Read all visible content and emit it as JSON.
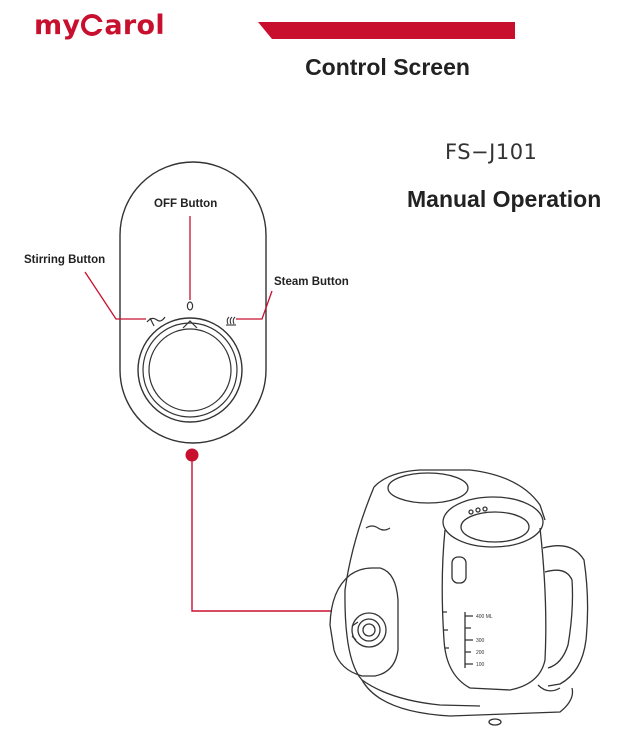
{
  "brand": {
    "logo_text_left": "my",
    "logo_text_right": "arol",
    "accent_color": "#c8102e"
  },
  "header": {
    "title": "Control Screen"
  },
  "product": {
    "model": "FS−J101",
    "section_title": "Manual Operation"
  },
  "control_panel": {
    "labels": {
      "off": "OFF Button",
      "stirring": "Stirring Button",
      "steam": "Steam Button"
    },
    "icons": [
      "off-indicator-icon",
      "stirring-icon",
      "steam-icon",
      "control-knob"
    ]
  },
  "appliance": {
    "scale_markings": [
      "400 ML",
      "300",
      "200",
      "100"
    ]
  }
}
